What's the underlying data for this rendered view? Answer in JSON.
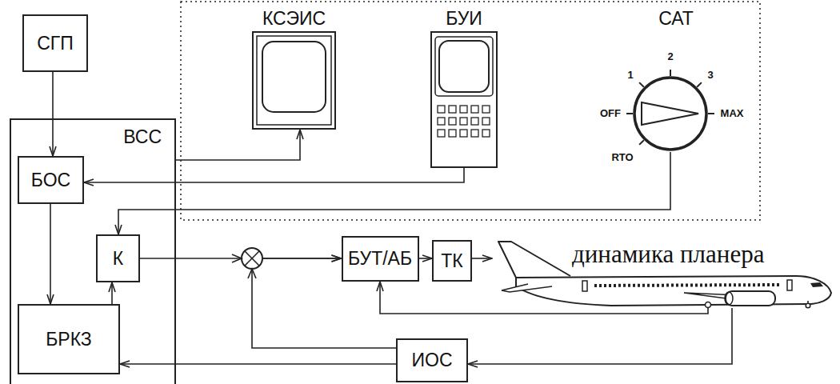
{
  "diagram": {
    "nodes": [
      {
        "text": [
          "СГП"
        ]
      },
      {
        "text": [
          "ВСС"
        ]
      },
      {
        "text": [
          "БОС"
        ],
        "in": 1
      },
      {
        "text": [
          "К"
        ],
        "in": 1
      },
      {
        "text": [
          "БРКЗ"
        ],
        "in": 1
      },
      {
        "text": [
          "КСЭИС"
        ]
      },
      {
        "text": [
          "БУИ"
        ]
      },
      {
        "text": [
          "САТ"
        ]
      },
      {
        "text": [
          "БУТ/АБ"
        ]
      },
      {
        "text": [
          "ТК"
        ]
      },
      {
        "text": [
          "динамика планера"
        ]
      },
      {
        "text": [
          "ИОС"
        ]
      }
    ],
    "edges": [
      {
        "from": 0,
        "to": 2,
        "arrow": "to"
      },
      {
        "from": 2,
        "to": 4,
        "arrow": "to"
      },
      {
        "from": 1,
        "to": 5,
        "arrow": "to"
      },
      {
        "from": 6,
        "to": 2,
        "arrow": "to"
      },
      {
        "from": 7,
        "to": 3,
        "arrow": "to"
      },
      {
        "from": 4,
        "to": 3,
        "arrow": "to"
      },
      {
        "from": 3,
        "to": 8,
        "arrow": "to"
      },
      {
        "from": 11,
        "to": 8,
        "arrow": "to"
      },
      {
        "from": 11,
        "to": 4,
        "arrow": "to"
      },
      {
        "from": 8,
        "to": 9,
        "arrow": "to"
      },
      {
        "from": 9,
        "to": 10,
        "arrow": "to"
      },
      {
        "from": 10,
        "to": 8,
        "arrow": "to"
      },
      {
        "from": 10,
        "to": 11,
        "arrow": "to"
      }
    ],
    "labels": [
      "1",
      "2",
      "3",
      "OFF",
      "MAX",
      "RTO"
    ]
  }
}
